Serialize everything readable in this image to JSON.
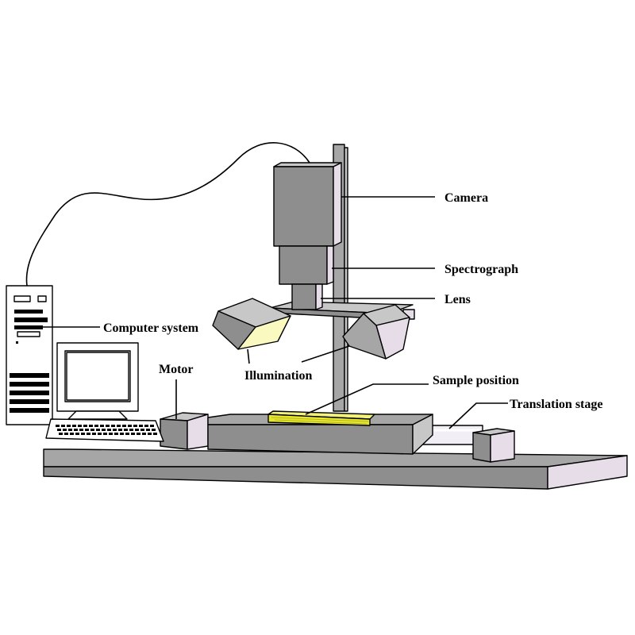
{
  "labels": {
    "camera": "Camera",
    "spectrograph": "Spectrograph",
    "lens": "Lens",
    "computer_system": "Computer system",
    "motor": "Motor",
    "illumination": "Illumination",
    "sample_position": "Sample position",
    "translation_stage": "Translation stage"
  },
  "colors": {
    "gray_dark": "#8e8e8e",
    "gray_mid": "#a6a6a6",
    "gray_light": "#c7c7c7",
    "lavender": "#e6dde9",
    "sample_yellow": "#e6e62e",
    "lamp_yellow": "#fafac0"
  }
}
